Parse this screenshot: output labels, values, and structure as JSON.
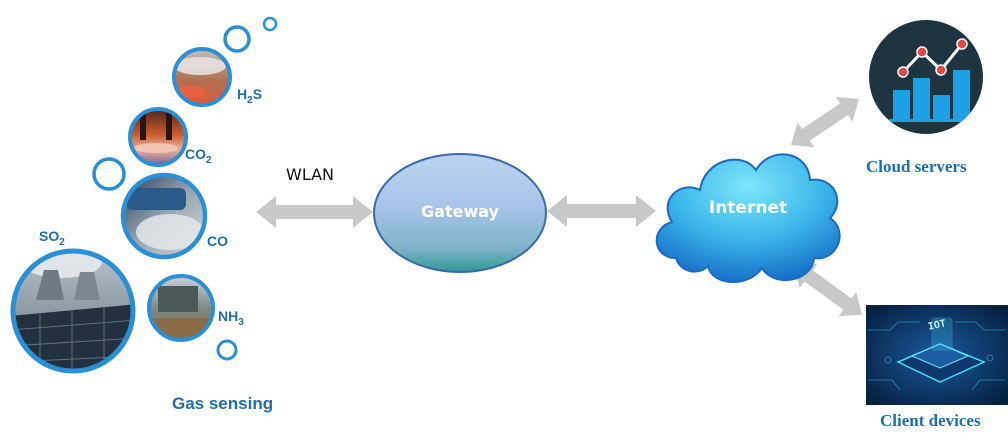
{
  "gases": {
    "h2s": {
      "base": "H",
      "sub": "2",
      "tail": "S"
    },
    "co2": {
      "base": "CO",
      "sub": "2",
      "tail": ""
    },
    "co": {
      "base": "CO",
      "sub": "",
      "tail": ""
    },
    "so2": {
      "base": "SO",
      "sub": "2",
      "tail": ""
    },
    "nh3": {
      "base": "NH",
      "sub": "3",
      "tail": ""
    }
  },
  "labels": {
    "gas_sensing": "Gas sensing",
    "wlan": "WLAN",
    "gateway": "Gateway",
    "internet": "Internet",
    "cloud_servers": "Cloud servers",
    "client_devices": "Client devices",
    "iot_screen": "IOT"
  },
  "colors": {
    "ring": "#2b8fd6",
    "label_blue": "#1f6fb0",
    "arrow": "#c8c8c8",
    "gateway_top": "#bcd2ee",
    "gateway_bottom": "#2e9a92",
    "cloud_light": "#5fd8f5",
    "cloud_dark": "#1870c8",
    "cloud_badge": "#1e3440",
    "cloud_bars": "#1ea0e6",
    "cloud_line": "#e04848",
    "device_bg": "#0a2a56"
  },
  "icons": [
    "bubble-icon",
    "bar-chart-icon",
    "iot-chip-icon"
  ]
}
